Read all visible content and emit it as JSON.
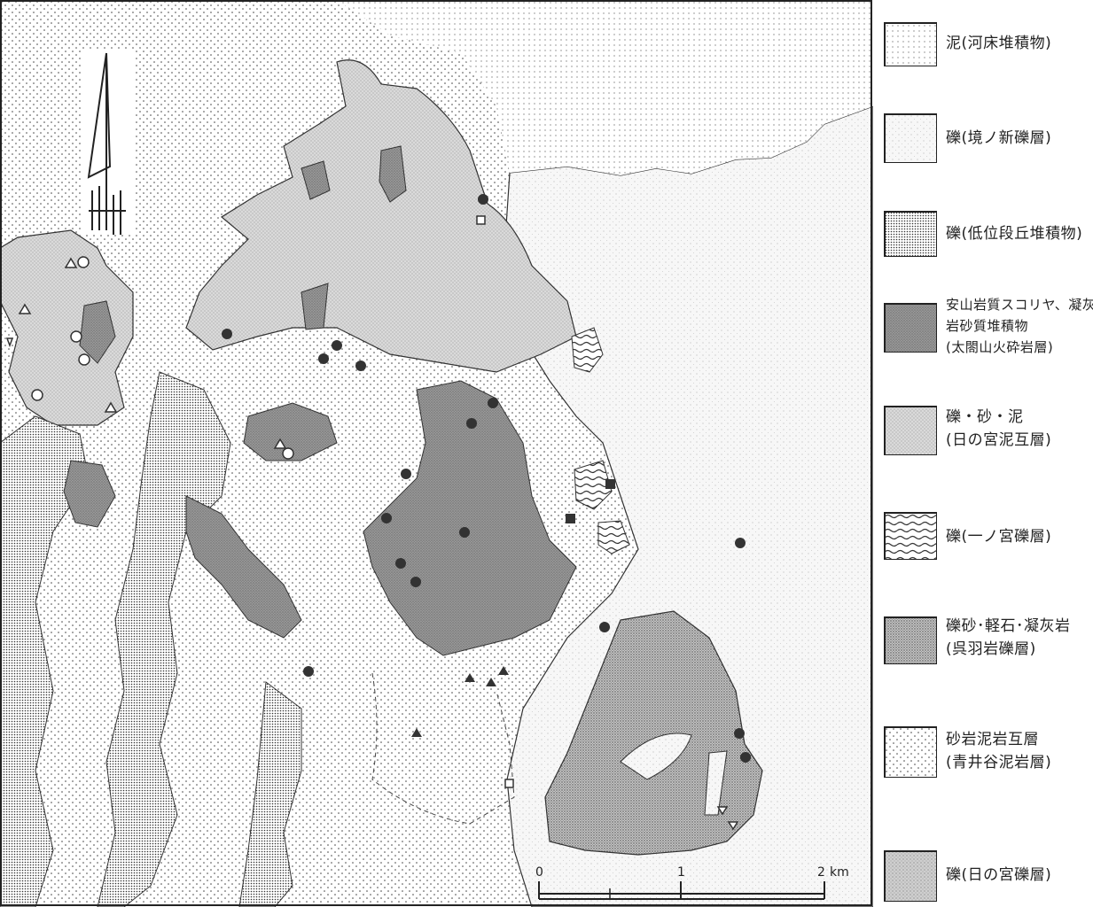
{
  "legend": {
    "items": [
      {
        "id": "mud",
        "pattern": "p-mud",
        "lines": [
          "泥(河床堆積物)"
        ]
      },
      {
        "id": "gravel-sakai",
        "pattern": "p-sakai",
        "lines": [
          "礫(境ノ新礫層)"
        ]
      },
      {
        "id": "gravel-terrace",
        "pattern": "p-terrace",
        "lines": [
          "礫(低位段丘堆積物)"
        ]
      },
      {
        "id": "andesite",
        "pattern": "p-andesite",
        "lines": [
          "安山岩質スコリヤ、凝灰",
          "岩砂質堆積物",
          "(太閤山火砕岩層)"
        ]
      },
      {
        "id": "gravel-sand-mud",
        "pattern": "p-gsm",
        "lines": [
          "礫・砂・泥",
          "(日の宮泥互層)"
        ]
      },
      {
        "id": "gravel-ichinomiya",
        "pattern": "p-wave",
        "lines": [
          "礫(一ノ宮礫層)"
        ]
      },
      {
        "id": "kureha",
        "pattern": "p-kureha",
        "lines": [
          "礫砂･軽石･凝灰岩",
          "(呉羽岩礫層)"
        ]
      },
      {
        "id": "sandstone",
        "pattern": "p-sandstone",
        "lines": [
          "砂岩泥岩互層",
          "(青井谷泥岩層)"
        ]
      },
      {
        "id": "gravel-hinomiya",
        "pattern": "p-hinomiya",
        "lines": [
          "礫(日の宮礫層)"
        ]
      }
    ]
  },
  "scale": {
    "labels": [
      "0",
      "1",
      "2"
    ],
    "unit": "km"
  },
  "compass": {
    "icon": "north-arrow-icon"
  },
  "colors": {
    "ink": "#222222",
    "paper": "#ffffff"
  }
}
